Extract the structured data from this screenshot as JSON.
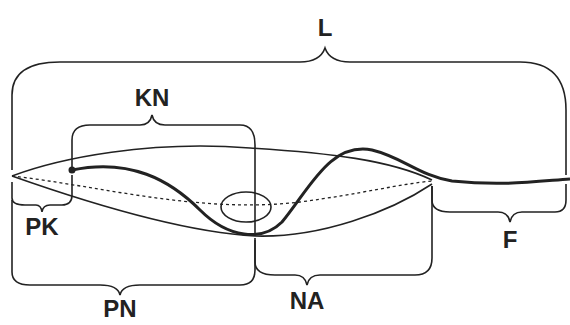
{
  "diagram": {
    "labels": [
      "L",
      "KN",
      "PK",
      "PN",
      "NA",
      "F"
    ]
  }
}
